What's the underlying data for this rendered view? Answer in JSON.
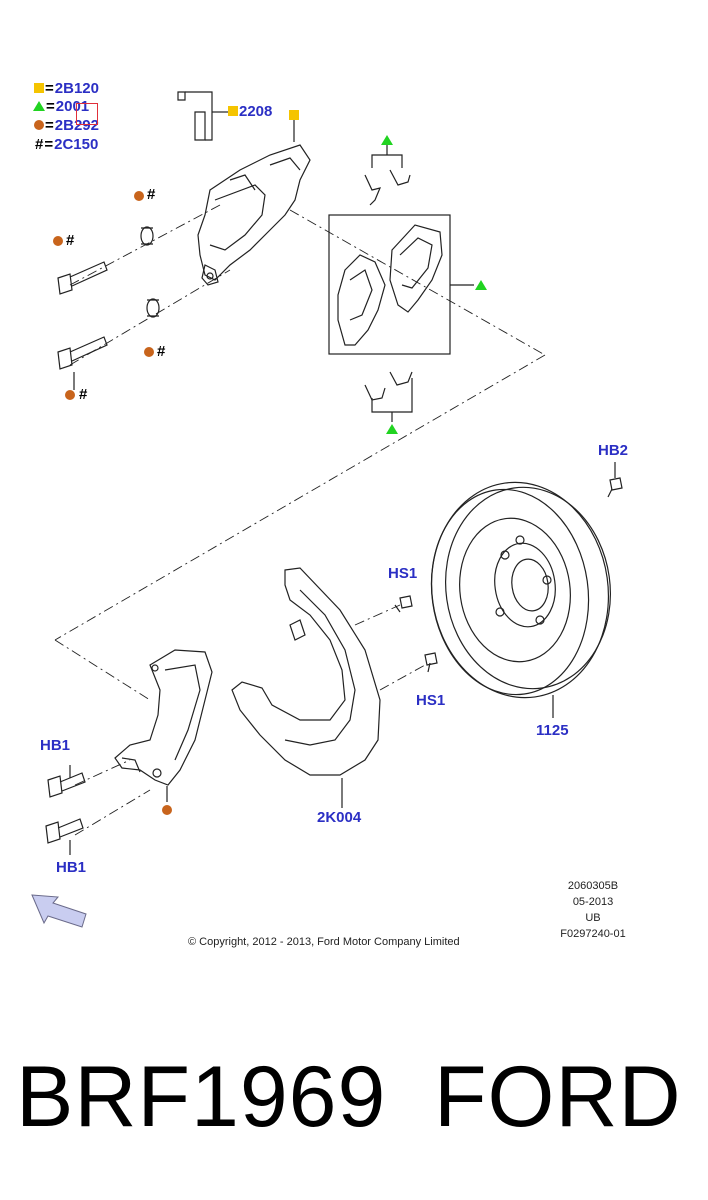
{
  "legend": [
    {
      "symbol": "square",
      "color": "#f5c400",
      "code": "2B120"
    },
    {
      "symbol": "triangle",
      "color": "#21d321",
      "code": "2001"
    },
    {
      "symbol": "circle",
      "color": "#c8641c",
      "code": "2B292"
    },
    {
      "symbol": "hash",
      "color": "#000000",
      "code": "2C150"
    }
  ],
  "callouts": {
    "bleeder": "2208",
    "hb2": "HB2",
    "hs1_top": "HS1",
    "hs1_bottom": "HS1",
    "disc": "1125",
    "shield": "2K004",
    "hb1_top": "HB1",
    "hb1_bottom": "HB1"
  },
  "hash_mark": "#",
  "meta": {
    "line1": "2060305B",
    "line2": "05-2013",
    "line3": "UB",
    "line4": "F0297240-01"
  },
  "copyright": "© Copyright, 2012 - 2013, Ford Motor Company Limited",
  "footer": {
    "part_number": "BRF1969",
    "brand": "FORD"
  }
}
